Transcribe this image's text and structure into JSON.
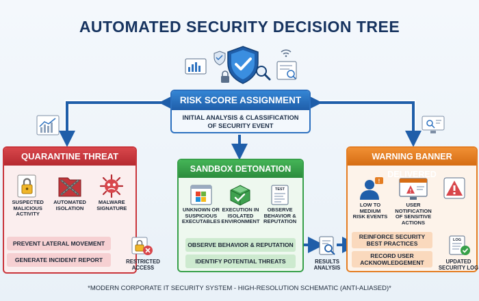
{
  "title": "AUTOMATED SECURITY DECISION TREE",
  "footnote": "*MODERN CORPORATE IT SECURITY SYSTEM - HIGH-RESOLUTION SCHEMATIC (ANTI-ALIASED)*",
  "colors": {
    "risk": "#2b70bf",
    "quarantine": "#c9343a",
    "sandbox": "#37a049",
    "warning": "#e47d22",
    "arrow": "#1f5ea9"
  },
  "risk": {
    "title": "RISK SCORE ASSIGNMENT",
    "subtitle_line1": "INITIAL ANALYSIS & CLASSIFICATION",
    "subtitle_line2": "OF SECURITY EVENT"
  },
  "quarantine": {
    "title": "QUARANTINE THREAT",
    "icons": [
      {
        "icon": "lock-icon",
        "line1": "SUSPECTED",
        "line2": "MALICIOUS",
        "line3": "ACTIVITY"
      },
      {
        "icon": "chain-icon",
        "line1": "AUTOMATED",
        "line2": "ISOLATION",
        "line3": ""
      },
      {
        "icon": "virus-icon",
        "line1": "MALWARE",
        "line2": "SIGNATURE",
        "line3": ""
      }
    ],
    "actions": [
      "PREVENT LATERAL MOVEMENT",
      "GENERATE INCIDENT REPORT"
    ],
    "output_line1": "RESTRICTED",
    "output_line2": "ACCESS"
  },
  "sandbox": {
    "title": "SANDBOX DETONATION",
    "icons": [
      {
        "icon": "executable-window-icon",
        "line1": "UNKNOWN OR",
        "line2": "SUSPICIOUS",
        "line3": "EXECUTABLES"
      },
      {
        "icon": "cube-check-icon",
        "line1": "EXECUTION IN",
        "line2": "ISOLATED",
        "line3": "ENVIRONMENT"
      },
      {
        "icon": "test-clipboard-icon",
        "line1": "OBSERVE",
        "line2": "BEHAVIOR &",
        "line3": "REPUTATION"
      }
    ],
    "test_tag": "TEST",
    "actions": [
      "OBSERVE BEHAVIOR & REPUTATION",
      "IDENTIFY POTENTIAL THREATS"
    ],
    "output_line1": "RESULTS",
    "output_line2": "ANALYSIS"
  },
  "warning": {
    "title": "WARNING BANNER DELIVERED",
    "icons": [
      {
        "icon": "user-alert-icon",
        "line1": "LOW TO MEDIUM",
        "line2": "RISK EVENTS",
        "line3": ""
      },
      {
        "icon": "monitor-warning-icon",
        "line1": "USER NOTIFICATION",
        "line2": "OF SENSITIVE",
        "line3": "ACTIONS"
      }
    ],
    "actions": [
      {
        "line1": "REINFORCE SECURITY",
        "line2": "BEST PRACTICES"
      },
      {
        "line1": "RECORD USER",
        "line2": "ACKNOWLEDGEMENT"
      }
    ],
    "log_tag": "LOG",
    "output_line1": "UPDATED",
    "output_line2": "SECURITY LOG"
  }
}
